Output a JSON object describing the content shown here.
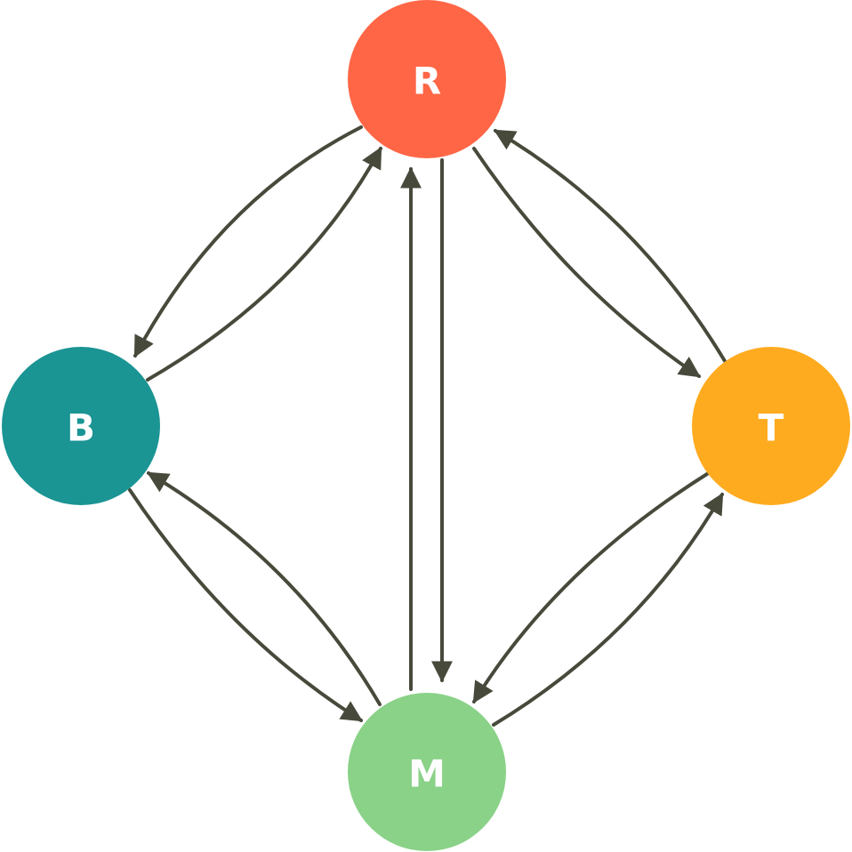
{
  "colors": {
    "edge": "#474a3b",
    "background": "#ffffff",
    "label": "#ffffff"
  },
  "nodes": [
    {
      "id": "R",
      "label": "R",
      "color": "#ff6646"
    },
    {
      "id": "B",
      "label": "B",
      "color": "#1b9494"
    },
    {
      "id": "T",
      "label": "T",
      "color": "#ffab1f"
    },
    {
      "id": "M",
      "label": "M",
      "color": "#89d288"
    }
  ],
  "edges": [
    {
      "from": "R",
      "to": "B"
    },
    {
      "from": "B",
      "to": "R"
    },
    {
      "from": "M",
      "to": "R"
    },
    {
      "from": "R",
      "to": "M"
    },
    {
      "from": "R",
      "to": "T"
    },
    {
      "from": "T",
      "to": "R"
    },
    {
      "from": "B",
      "to": "M"
    },
    {
      "from": "M",
      "to": "B"
    },
    {
      "from": "T",
      "to": "M"
    },
    {
      "from": "M",
      "to": "T"
    }
  ]
}
